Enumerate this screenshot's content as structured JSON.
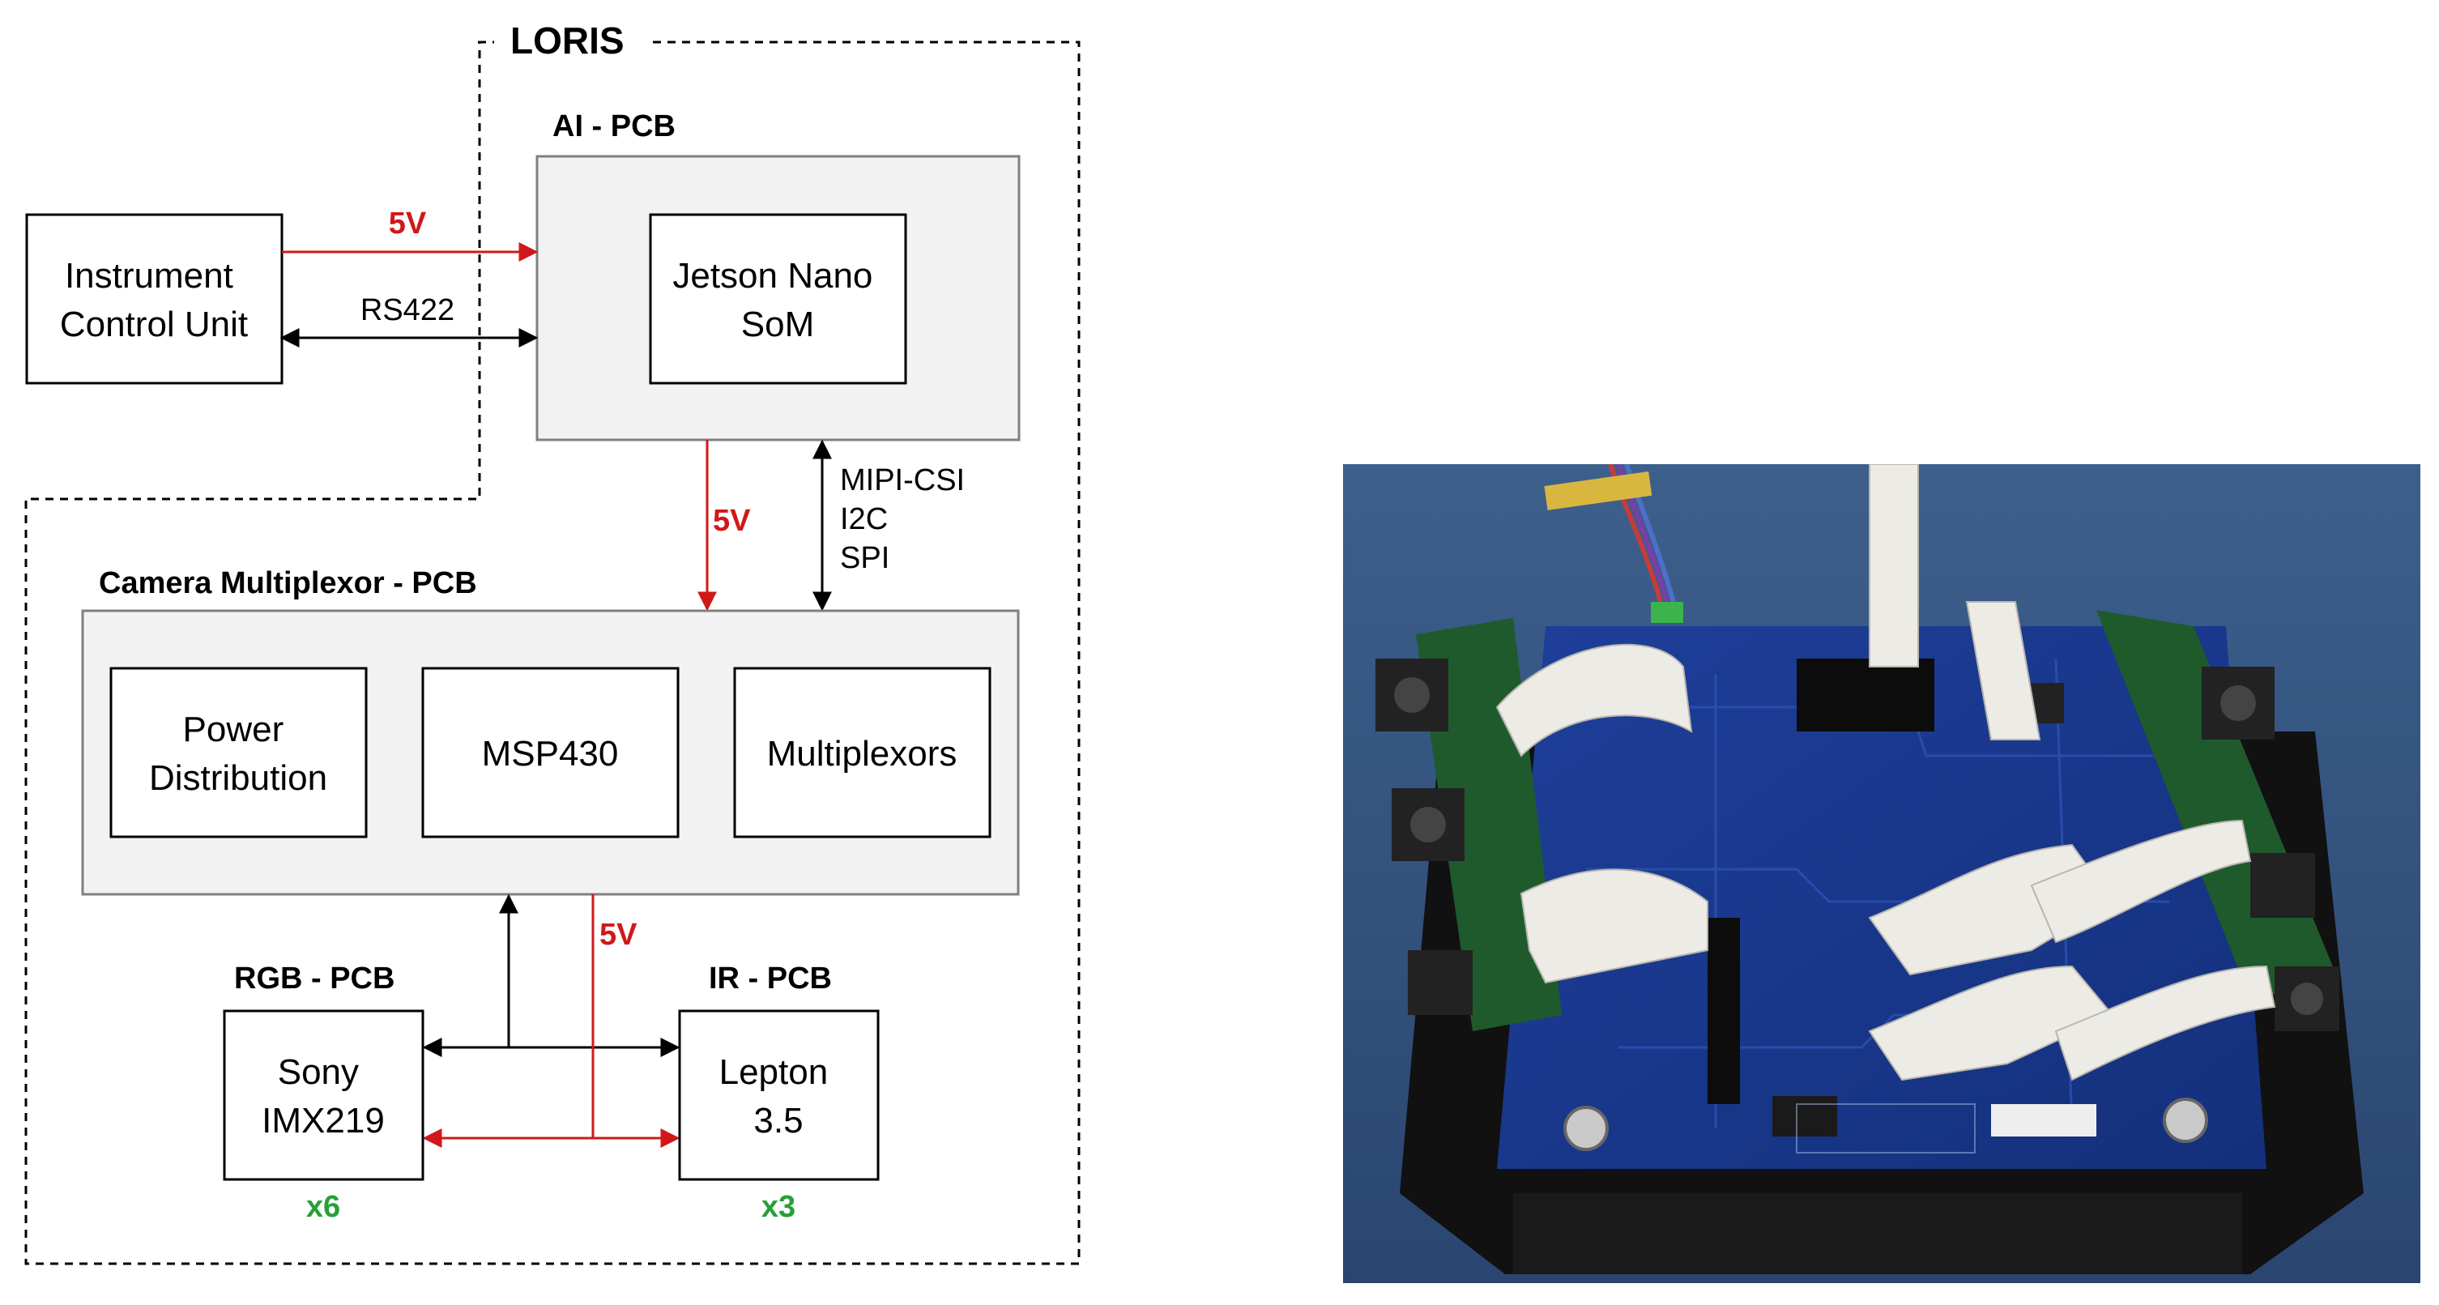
{
  "diagram": {
    "boundary_label": "LORIS",
    "icu_label": [
      "Instrument",
      "Control Unit"
    ],
    "ai_pcb": {
      "label": "AI - PCB",
      "jetson": [
        "Jetson Nano",
        "SoM"
      ]
    },
    "cam_pcb": {
      "label": "Camera Multiplexor - PCB",
      "power": [
        "Power",
        "Distribution"
      ],
      "msp": "MSP430",
      "mux": "Multiplexors"
    },
    "rgb_pcb": {
      "label": "RGB - PCB",
      "sensor": [
        "Sony",
        "IMX219"
      ],
      "count": "x6"
    },
    "ir_pcb": {
      "label": "IR - PCB",
      "sensor": [
        "Lepton",
        "3.5"
      ],
      "count": "x3"
    },
    "connections": {
      "icu_power": "5V",
      "icu_data": "RS422",
      "ai_power": "5V",
      "ai_data": [
        "MIPI-CSI",
        "I2C",
        "SPI"
      ],
      "sensor_power": "5V"
    }
  },
  "colors": {
    "power": "#d01818",
    "count": "#27a03a",
    "box_fill": "#f2f2f2",
    "stroke": "#000000"
  },
  "photo_icon": "pcb-hardware-photo"
}
